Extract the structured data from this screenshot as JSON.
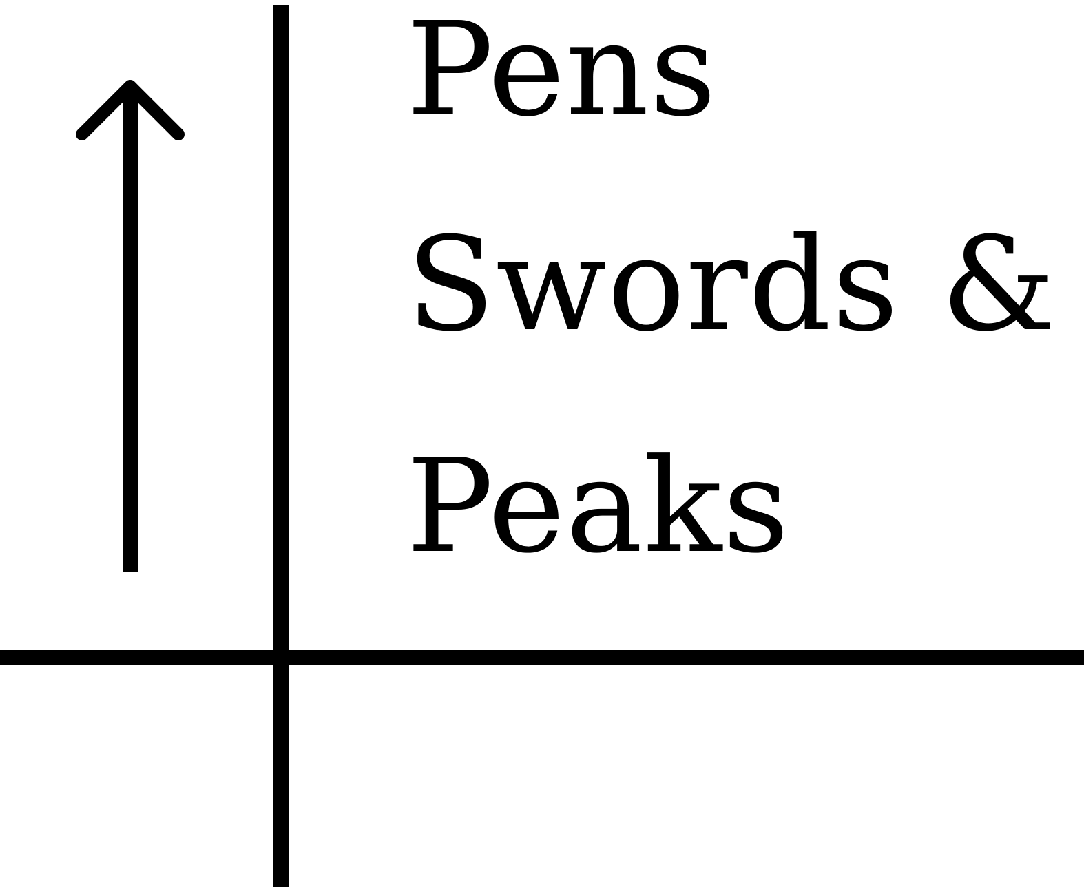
{
  "icons": {
    "arrow": "up-arrow-icon"
  },
  "title": {
    "lines": [
      "Pens",
      "Swords &",
      "Peaks"
    ]
  },
  "colors": {
    "foreground": "#000000",
    "background": "#ffffff"
  }
}
